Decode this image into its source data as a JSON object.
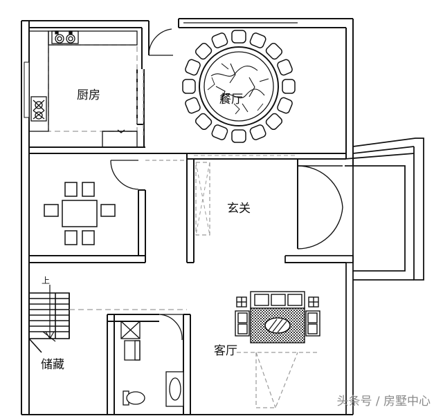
{
  "rooms": {
    "kitchen": "厨房",
    "dining_hall": "餐厅",
    "foyer": "玄关",
    "living_room": "客厅",
    "storage": "储藏"
  },
  "stair_marker": "上",
  "watermark": "头条号 / 房墅中心",
  "colors": {
    "wall": "#111111",
    "dashed_line": "#9a9a9a",
    "background": "#ffffff",
    "watermark": "#8a8a8a"
  }
}
